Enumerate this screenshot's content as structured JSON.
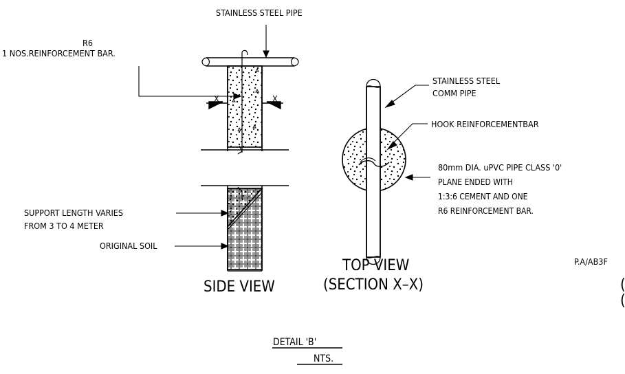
{
  "labels": {
    "stainless_steel_pipe": "STAINLESS STEEL PIPE",
    "r6": "R6",
    "reinforcement_bar": "1 NOS.REINFORCEMENT BAR.",
    "section_mark_left": "X",
    "section_mark_right": "X",
    "support_length_line1": "SUPPORT LENGTH VARIES",
    "support_length_line2": "FROM 3 TO 4 METER",
    "original_soil": "ORIGINAL SOIL",
    "side_view": "SIDE VIEW",
    "comm_pipe_line1": "STAINLESS STEEL",
    "comm_pipe_line2": "COMM PIPE",
    "hook_bar": "HOOK REINFORCEMENTBAR",
    "upvc_line1": "80mm DIA. uPVC PIPE CLASS '0'",
    "upvc_line2": "PLANE ENDED WITH",
    "upvc_line3": "1:3:6 CEMENT AND ONE",
    "upvc_line4": "R6 REINFORCEMENT BAR.",
    "top_view": "TOP VIEW",
    "section_xx": "(SECTION X–X)",
    "drawing_ref": "P.A/AB3F",
    "paren_1": "(",
    "paren_2": "(",
    "detail_title": "DETAIL  'B'",
    "detail_scale": "NTS."
  }
}
